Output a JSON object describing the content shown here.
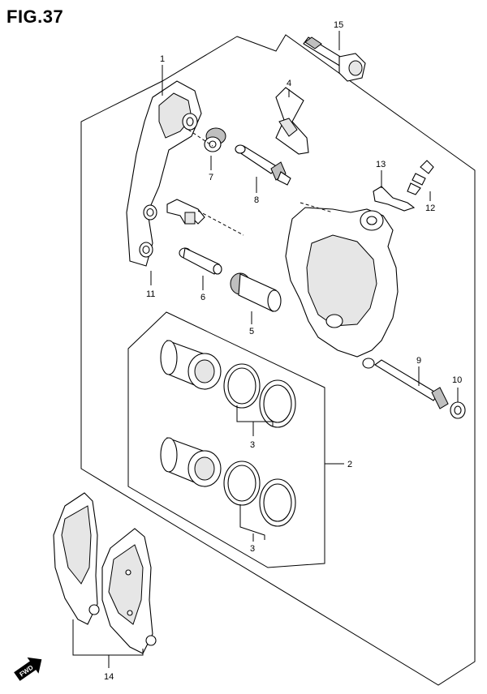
{
  "figure": {
    "title": "FIG.37"
  },
  "labels": {
    "p1": "1",
    "p2": "2",
    "p3a": "3",
    "p3b": "3",
    "p4": "4",
    "p5": "5",
    "p6": "6",
    "p7": "7",
    "p8": "8",
    "p9": "9",
    "p10": "10",
    "p11": "11",
    "p12": "12",
    "p13": "13",
    "p14": "14",
    "p15": "15"
  },
  "fwd_mark": "FWD"
}
